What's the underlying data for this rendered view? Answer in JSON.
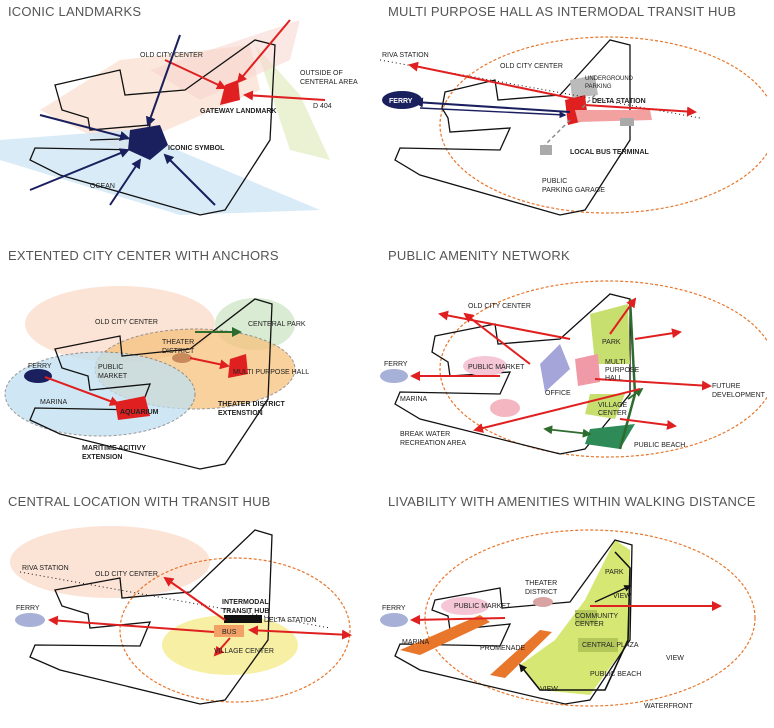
{
  "panels": [
    {
      "title": "ICONIC LANDMARKS",
      "labels": {
        "old_city_center": "OLD CITY CENTER",
        "outside_1": "OUTSIDE OF",
        "outside_2": "CENTERAL AREA",
        "d404": "D 404",
        "gateway": "GATEWAY LANDMARK",
        "iconic": "ICONIC SYMBOL",
        "ocean": "OCEAN"
      }
    },
    {
      "title": "MULTI PURPOSE HALL AS INTERMODAL TRANSIT HUB",
      "labels": {
        "riva": "RIVA STATION",
        "old_city_center": "OLD CITY CENTER",
        "underground_1": "UNDERGROUND",
        "underground_2": "PARKING",
        "ferry": "FERRY",
        "delta": "DELTA STATION",
        "local_bus": "LOCAL BUS TERMINAL",
        "public_1": "PUBLIC",
        "public_2": "PARKING GARAGE"
      }
    },
    {
      "title": "EXTENTED CITY CENTER WITH ANCHORS",
      "labels": {
        "old_city_center": "OLD CITY CENTER",
        "central_park": "CENTERAL PARK",
        "theater_1": "THEATER",
        "theater_2": "DISTRICT",
        "ferry": "FERRY",
        "public_1": "PUBLIC",
        "public_2": "MARKET",
        "mph": "MULTI PURPOSE HALL",
        "marina": "MARINA",
        "aquarium": "AQUARIUM",
        "theater_ext_1": "THEATER DISTRICT",
        "theater_ext_2": "EXTENSTION",
        "maritime_1": "MARITIME ACITIVY",
        "maritime_2": "EXTENSION"
      }
    },
    {
      "title": "PUBLIC AMENITY NETWORK",
      "labels": {
        "old_city_center": "OLD CITY CENTER",
        "ferry": "FERRY",
        "public_market": "PUBLIC MARKET",
        "park": "PARK",
        "multi_1": "MULTI",
        "multi_2": "PURPOSE",
        "multi_3": "HALL",
        "office": "OFFICE",
        "future_1": "FUTURE",
        "future_2": "DEVELOPMENT",
        "marina": "MARINA",
        "village_1": "VILLAGE",
        "village_2": "CENTER",
        "breakwater_1": "BREAK WATER",
        "breakwater_2": "RECREATION  AREA",
        "public_beach": "PUBLIC BEACH"
      }
    },
    {
      "title": "CENTRAL LOCATION WITH TRANSIT HUB",
      "labels": {
        "riva": "RIVA STATION",
        "old_city_center": "OLD CITY CENTER",
        "intermodal_1": "INTERMODAL",
        "intermodal_2": "TRANSIT HUB",
        "ferry": "FERRY",
        "delta": "DELTA STATION",
        "bus": "BUS",
        "village": "VILLAGE CENTER"
      }
    },
    {
      "title": "LIVABILITY WITH AMENITIES  WITHIN WALKING DISTANCE",
      "labels": {
        "theater_1": "THEATER",
        "theater_2": "DISTRICT",
        "park": "PARK",
        "view_a": "VIEW",
        "ferry": "FERRY",
        "public_market": "PUBLIC MARKET",
        "community_1": "COMMUNITY",
        "community_2": "CENTER",
        "marina": "MARINA",
        "central_plaza": "CENTRAL PLAZA",
        "promenade": "PROMENADE",
        "view_b": "VIEW",
        "view_c": "VIEW",
        "public_beach": "PUBLIC BEACH",
        "waterfront": "WATERFRONT"
      }
    }
  ],
  "colors": {
    "red": "#e02020",
    "navy": "#1a1f5e",
    "orange_dash": "#e8762b",
    "green": "#2e6b2e"
  }
}
